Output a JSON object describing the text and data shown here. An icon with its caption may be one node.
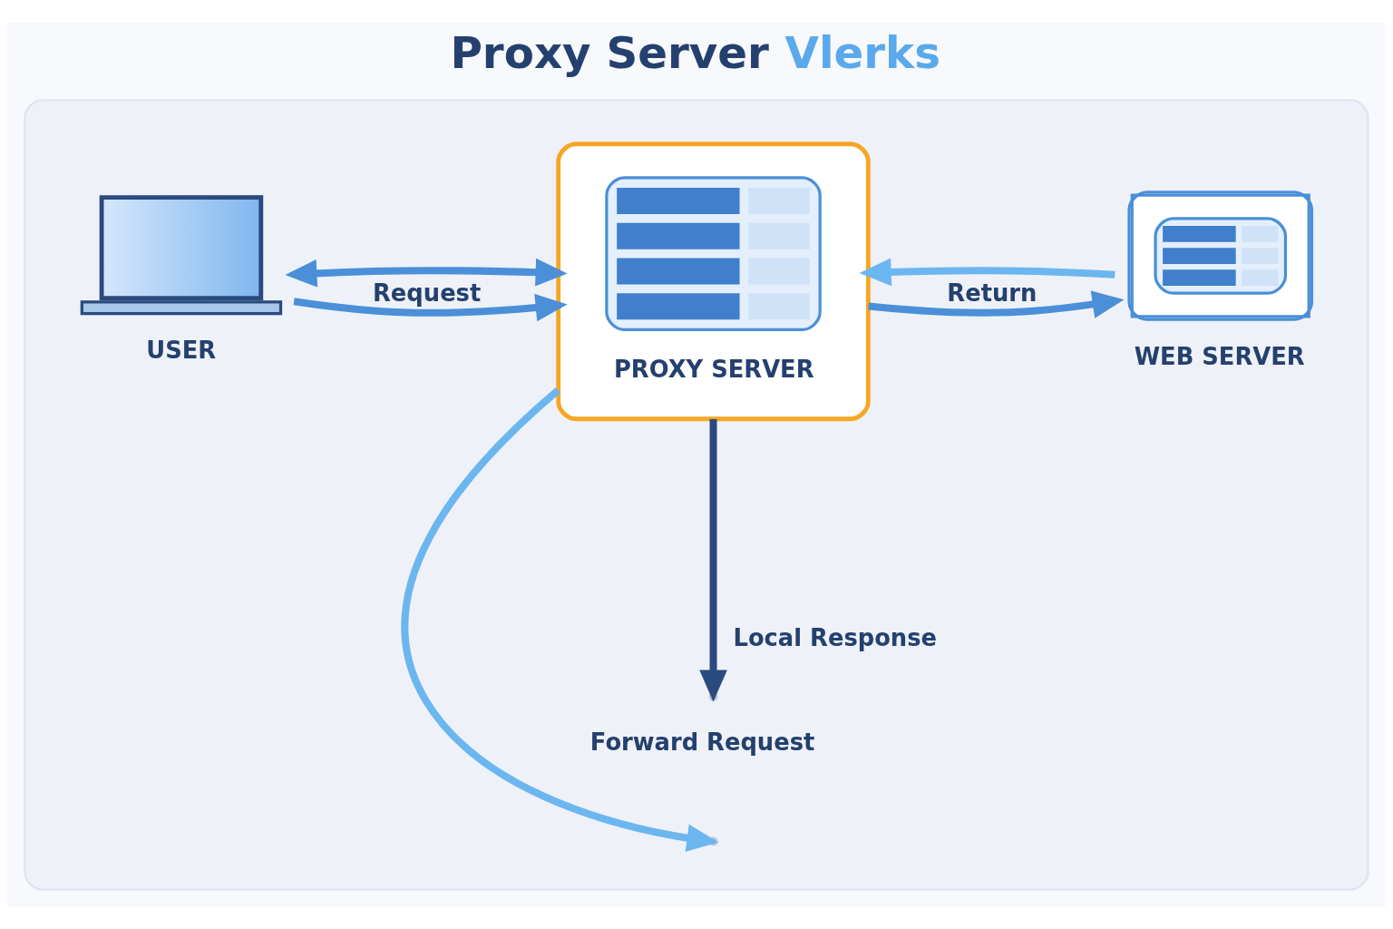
{
  "diagram": {
    "title": "Proxy Server Vlerks",
    "nodes": [
      {
        "text": [],
        "shape": "box"
      },
      {
        "text": [
          "USER"
        ],
        "in": 0
      },
      {
        "text": [
          "PROXY SERVER"
        ],
        "in": 0
      },
      {
        "text": [
          "WEB SERVER"
        ],
        "in": 0
      }
    ],
    "edges": [
      {
        "from": 1,
        "to": 2,
        "arrow": "to",
        "label": "Request"
      },
      {
        "from": 1,
        "to": 2,
        "arrow": "both"
      },
      {
        "from": 2,
        "to": 3,
        "arrow": "to",
        "label": "Return"
      },
      {
        "from": 3,
        "to": 2,
        "arrow": "to",
        "color": "#6cb6f0"
      },
      {
        "from": 2,
        "to": null,
        "arrow": "to",
        "label": "Forward Request",
        "color": "#6cb6f0"
      },
      {
        "from": 2,
        "to": null,
        "arrow": "to",
        "label": "Local Response",
        "color": "#2b4a7e"
      }
    ]
  }
}
